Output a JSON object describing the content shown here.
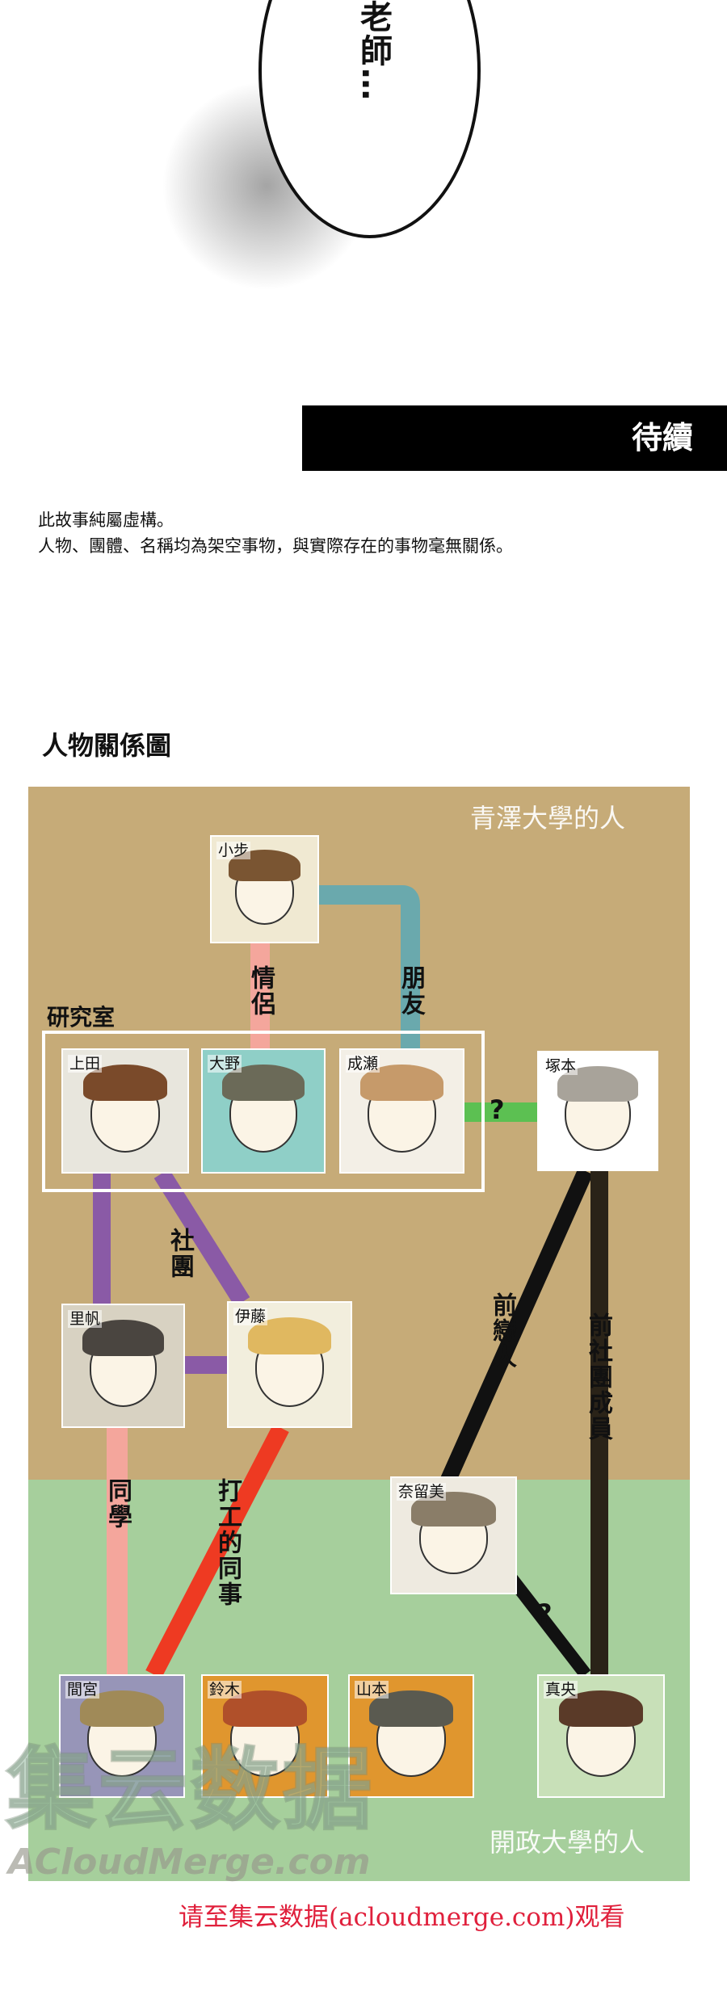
{
  "panel": {
    "bubble_text": "老師…",
    "continued": "待續"
  },
  "disclaimer": [
    "此故事純屬虛構。",
    "人物、團體、名稱均為架空事物，與實際存在的事物毫無關係。"
  ],
  "diagram": {
    "title": "人物關係圖",
    "groups": {
      "aozawa": "青澤大學的人",
      "kaisei": "開政大學的人",
      "lab": "研究室"
    },
    "characters": [
      "小步",
      "上田",
      "大野",
      "成瀬",
      "塚本",
      "里帆",
      "伊藤",
      "奈留美",
      "間宮",
      "鈴木",
      "山本",
      "真央"
    ],
    "relations": {
      "lovers": "情侶",
      "friends": "朋友",
      "club": "社團",
      "ex_lovers": "前戀人",
      "ex_club": "前社團成員",
      "classmates": "同學",
      "coworkers": "打工的同事",
      "unknown": "?"
    },
    "colors": {
      "lovers": "#f4a69c",
      "friends": "#6aa9ad",
      "unknown": "#5cc052",
      "club": "#8a5aa6",
      "ex": "#111111",
      "ex_club": "#2a2318",
      "classmates": "#f4a69c",
      "coworkers": "#ee3a22"
    }
  },
  "watermark": {
    "cn": "集云数据",
    "en": "ACloudMerge.com"
  },
  "promo": "请至集云数据(acloudmerge.com)观看"
}
